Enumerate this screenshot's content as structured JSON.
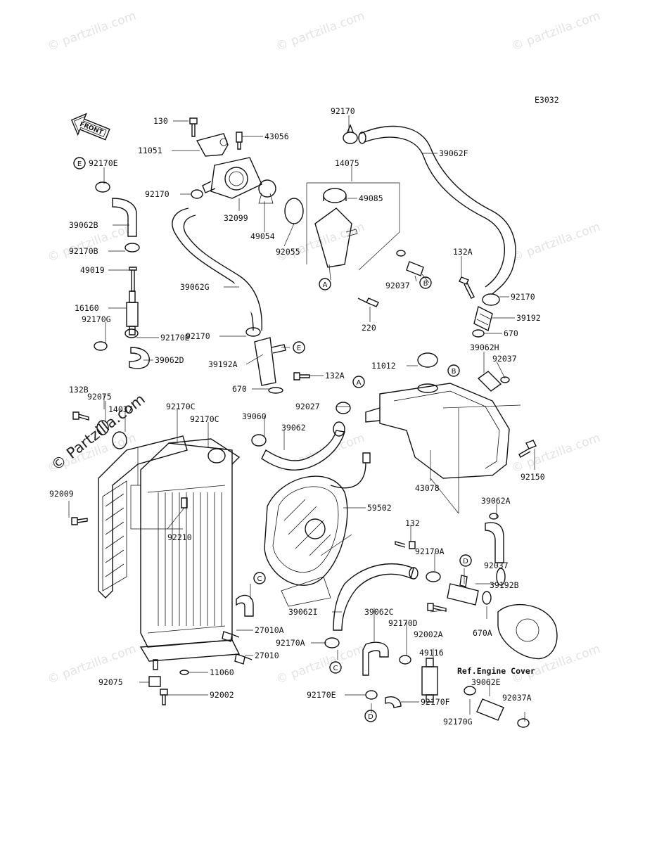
{
  "diagram": {
    "code": "E3032",
    "front_label": "FRONT",
    "ref_note": "Ref.Engine Cover",
    "watermark": "© Partzilla.com",
    "watermark_faint": "© partzilla.com"
  },
  "labels": [
    "130",
    "11051",
    "43056",
    "92170",
    "39062F",
    "14075",
    "92170E",
    "49085",
    "92170",
    "32099",
    "49054",
    "92055",
    "39062B",
    "92170B",
    "132A",
    "49019",
    "39062G",
    "A",
    "92037",
    "B",
    "92170",
    "39192",
    "16160",
    "220",
    "92170G",
    "92170E",
    "92170",
    "E",
    "670",
    "39062D",
    "39062H",
    "39192A",
    "132A",
    "11012",
    "B",
    "92037",
    "670",
    "A",
    "132B",
    "92027",
    "92075",
    "14037",
    "92170C",
    "39060",
    "92170C",
    "39062",
    "92150",
    "43078",
    "92009",
    "59502",
    "92210",
    "39062A",
    "132",
    "92170A",
    "D",
    "92037",
    "39192B",
    "C",
    "39062I",
    "39062C",
    "92170D",
    "92002A",
    "670A",
    "27010A",
    "92170A",
    "27010",
    "49116",
    "C",
    "11060",
    "39062E",
    "92075",
    "92002",
    "92170E",
    "92170F",
    "92037A",
    "D",
    "92170G"
  ]
}
